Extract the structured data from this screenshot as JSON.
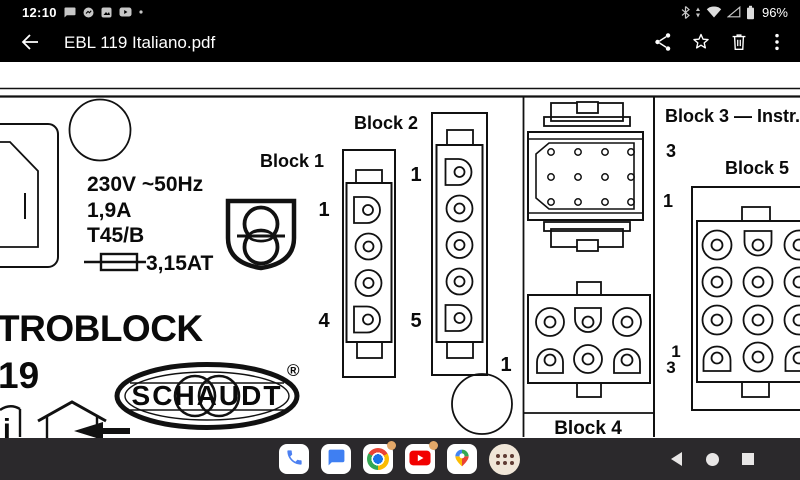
{
  "status_bar": {
    "time": "12:10",
    "battery_percent": "96%",
    "notification_icons": [
      "messages",
      "messenger",
      "photos",
      "youtube",
      "overflow-dot"
    ],
    "system_icons": [
      "bluetooth",
      "mobile-data",
      "wifi",
      "cell-signal-empty",
      "battery"
    ]
  },
  "app_bar": {
    "title": "EBL 119 Italiano.pdf",
    "actions": [
      "share",
      "star",
      "delete",
      "more"
    ]
  },
  "diagram": {
    "labels": {
      "block1": "Block 1",
      "block2": "Block 2",
      "block3": "Block 3 — Instr.",
      "block4": "Block 4",
      "block5": "Block 5",
      "b1_pin_first": "1",
      "b1_pin_last": "4",
      "b2_pin_first": "1",
      "b2_pin_last": "5",
      "b3_row_top": "3",
      "b3_row_bottom": "1",
      "b4_pin_left": "1",
      "b4_right_top": "1",
      "b4_right_bottom": "3",
      "voltage": "230V ~50Hz",
      "current": "1,9A",
      "fuse_type": "T45/B",
      "fuse_value": "3,15AT",
      "product_name_partial": "TROBLOCK",
      "product_number_partial": "19",
      "brand": "SCHAUDT",
      "registered_mark": "®"
    }
  },
  "taskbar": {
    "apps": [
      "phone",
      "messages",
      "chrome",
      "youtube",
      "maps",
      "app-drawer"
    ],
    "nav": [
      "back",
      "home",
      "recents"
    ]
  }
}
